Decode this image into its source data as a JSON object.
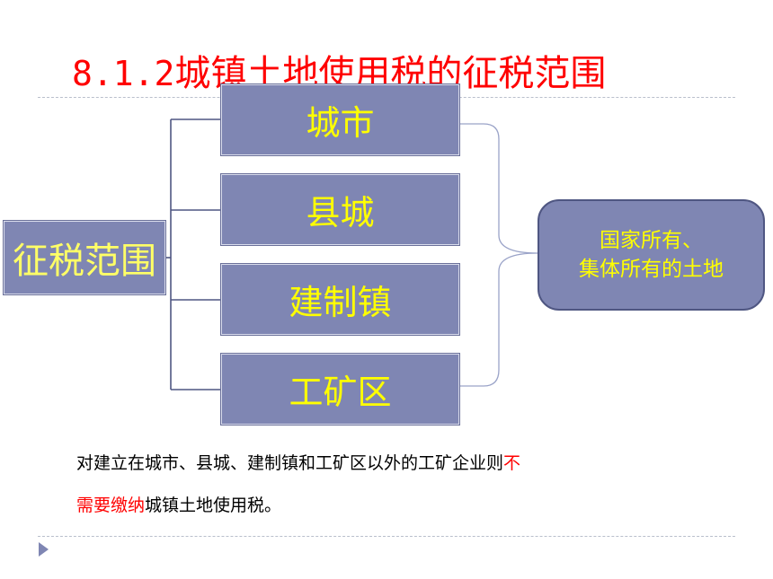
{
  "slide": {
    "title_prefix": "8.1.2",
    "title_main": "城镇土地使用税的征税范围",
    "source_label": "征税范围",
    "items": [
      "城市",
      "县城",
      "建制镇",
      "工矿区"
    ],
    "result_line1": "国家所有、",
    "result_line2": "集体所有的土地",
    "note_line1_black": "对建立在城市、县城、建制镇和工矿区以外的工矿企业则",
    "note_line1_red": "不",
    "note_line2_red": "需要缴纳",
    "note_line2_black": "城镇土地使用税。"
  },
  "colors": {
    "title": "#ff0000",
    "box_fill": "#7f86b3",
    "box_text": "#ffff00",
    "emphasis": "#ff0000",
    "connector": "#4f5682"
  },
  "icons": {
    "bullet": "triangle-bullet-icon"
  }
}
